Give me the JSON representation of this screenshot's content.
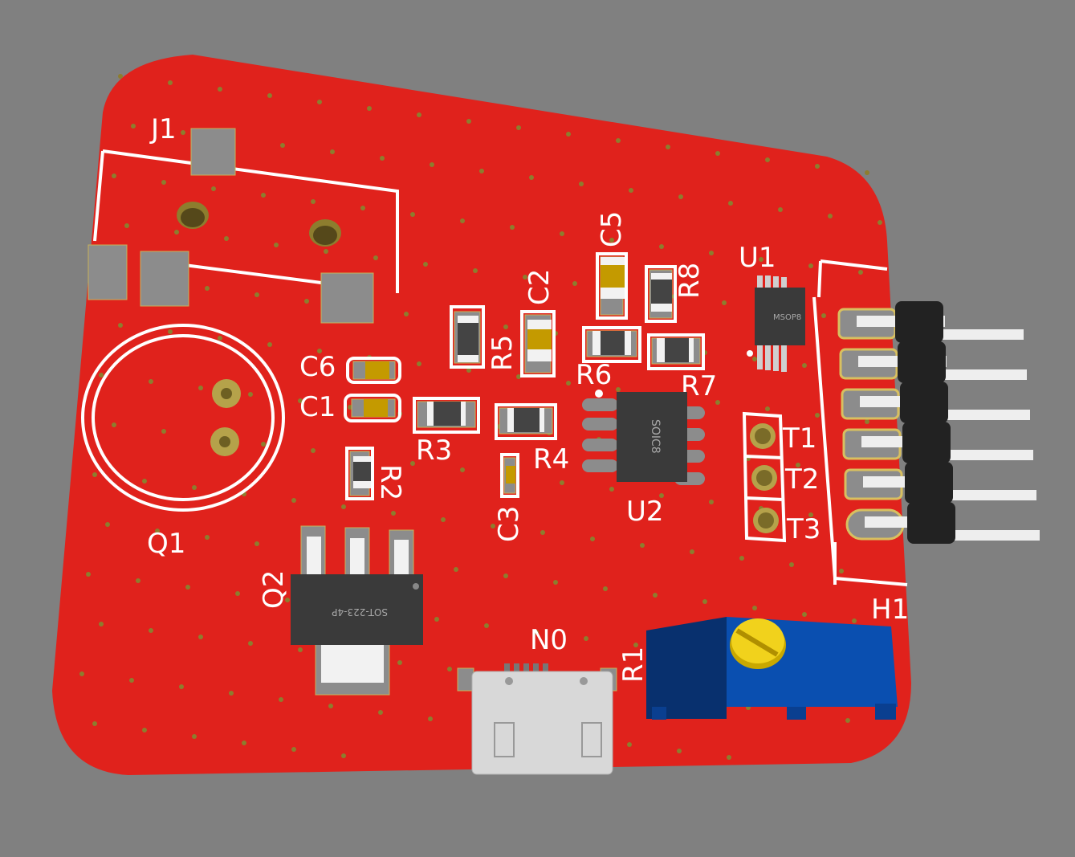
{
  "colors": {
    "background": "#808080",
    "board": "#e0221c",
    "silkscreen": "#ffffff",
    "pad": "#8c8c8c",
    "potentiometer": "#0a4fb0",
    "header": "#222222"
  },
  "designators": {
    "J1": "J1",
    "Q1": "Q1",
    "Q2": "Q2",
    "C6": "C6",
    "C1": "C1",
    "C2": "C2",
    "C3": "C3",
    "C5": "C5",
    "R1": "R1",
    "R2": "R2",
    "R3": "R3",
    "R4": "R4",
    "R5": "R5",
    "R6": "R6",
    "R7": "R7",
    "R8": "R8",
    "U1": "U1",
    "U2": "U2",
    "T1": "T1",
    "T2": "T2",
    "T3": "T3",
    "H1": "H1",
    "N0": "N0"
  },
  "packages": {
    "U1": "MSOP8",
    "U2": "SOIC8",
    "Q2": "SOT-223-4P"
  }
}
